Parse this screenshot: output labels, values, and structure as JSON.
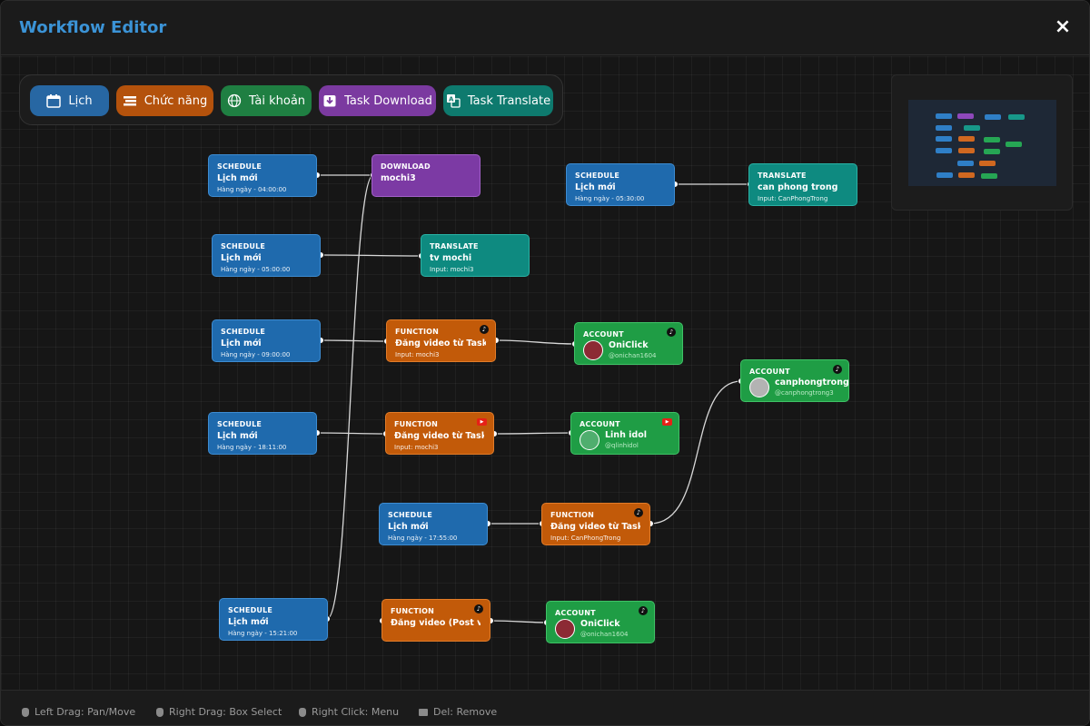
{
  "window": {
    "title": "Workflow Editor",
    "close_icon": "×"
  },
  "toolbar": {
    "buttons": [
      {
        "label": "Lịch",
        "icon": "calendar-icon",
        "color": "#2767a3"
      },
      {
        "label": "Chức năng",
        "icon": "function-icon",
        "color": "#b4520c"
      },
      {
        "label": "Tài khoản",
        "icon": "globe-icon",
        "color": "#1f7f42"
      },
      {
        "label": "Task Download",
        "icon": "download-icon",
        "color": "#7b3aa0"
      },
      {
        "label": "Task Translate",
        "icon": "translate-icon",
        "color": "#0e7a6e"
      }
    ]
  },
  "nodes": {
    "s1": {
      "type": "SCHEDULE",
      "name": "Lịch mới",
      "sub": "Hàng ngày - 04:00:00"
    },
    "s2": {
      "type": "SCHEDULE",
      "name": "Lịch mới",
      "sub": "Hàng ngày - 05:00:00"
    },
    "s3": {
      "type": "SCHEDULE",
      "name": "Lịch mới",
      "sub": "Hàng ngày - 09:00:00"
    },
    "s4": {
      "type": "SCHEDULE",
      "name": "Lịch mới",
      "sub": "Hàng ngày - 18:11:00"
    },
    "s5": {
      "type": "SCHEDULE",
      "name": "Lịch mới",
      "sub": "Hàng ngày - 17:55:00"
    },
    "s6": {
      "type": "SCHEDULE",
      "name": "Lịch mới",
      "sub": "Hàng ngày - 15:21:00"
    },
    "s7": {
      "type": "SCHEDULE",
      "name": "Lịch mới",
      "sub": "Hàng ngày - 05:30:00"
    },
    "d1": {
      "type": "DOWNLOAD",
      "name": "mochi3"
    },
    "t1": {
      "type": "TRANSLATE",
      "name": "tv mochi",
      "sub": "Input: mochi3"
    },
    "t2": {
      "type": "TRANSLATE",
      "name": "can phong trong",
      "sub": "Input: CanPhongTrong"
    },
    "f1": {
      "type": "FUNCTION",
      "name": "Đăng video từ Task (Pos",
      "sub": "Input: mochi3"
    },
    "f2": {
      "type": "FUNCTION",
      "name": "Đăng video từ Task (Pos",
      "sub": "Input: mochi3"
    },
    "f3": {
      "type": "FUNCTION",
      "name": "Đăng video từ Task (Pos",
      "sub": "Input: CanPhongTrong"
    },
    "f4": {
      "type": "FUNCTION",
      "name": "Đăng video (Post video)"
    },
    "a1": {
      "type": "ACCOUNT",
      "name": "OniClick",
      "sub": "@onichan1604"
    },
    "a2": {
      "type": "ACCOUNT",
      "name": "Linh idol",
      "sub": "@qlinhidol"
    },
    "a3": {
      "type": "ACCOUNT",
      "name": "canphongtrong",
      "sub": "@canphongtrong3"
    },
    "a4": {
      "type": "ACCOUNT",
      "name": "OniClick",
      "sub": "@onichan1604"
    }
  },
  "statusbar": {
    "hints": [
      "Left Drag: Pan/Move",
      "Right Drag: Box Select",
      "Right Click: Menu",
      "Del: Remove"
    ]
  }
}
